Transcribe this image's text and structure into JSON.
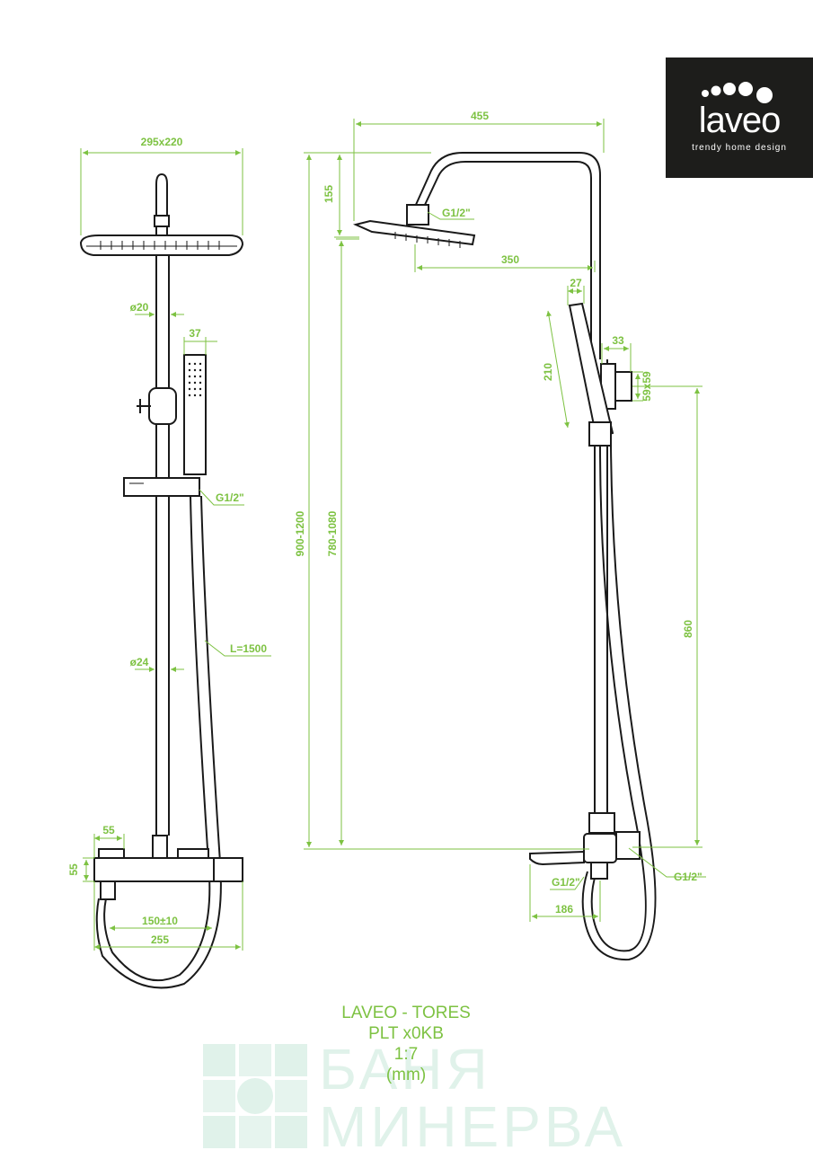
{
  "brand": {
    "name": "laveo",
    "tagline": "trendy home design"
  },
  "title": {
    "line1": "LAVEO - TORES",
    "line2": "PLT x0KB",
    "scale": "1:7",
    "unit": "(mm)"
  },
  "watermark": {
    "line1": "БАНЯ",
    "line2": "МИНЕРВА"
  },
  "dimensions": {
    "head_size": "295x220",
    "tube_upper": "ø20",
    "hand_width": "37",
    "thread_bracket": "G1/2\"",
    "hose_length": "L=1500",
    "tube_lower": "ø24",
    "mixer_width": "55",
    "mixer_height": "55",
    "spacing": "150±10",
    "mixer_length": "255",
    "arm_reach": "455",
    "head_drop": "155",
    "head_thread": "G1/2\"",
    "head_to_pipe": "350",
    "handle_depth": "27",
    "handle_length": "210",
    "bracket_depth": "33",
    "bracket_size": "59x59",
    "total_height": "900-1200",
    "adjust_height": "780-1080",
    "bracket_height": "860",
    "inlet_left": "G1/2\"",
    "inlet_right": "G1/2\"",
    "spout": "186"
  },
  "colors": {
    "dimension": "#7dc242",
    "line": "#1a1a1a",
    "logo_bg": "#1d1d1b",
    "watermark": "#e0f2ea"
  }
}
